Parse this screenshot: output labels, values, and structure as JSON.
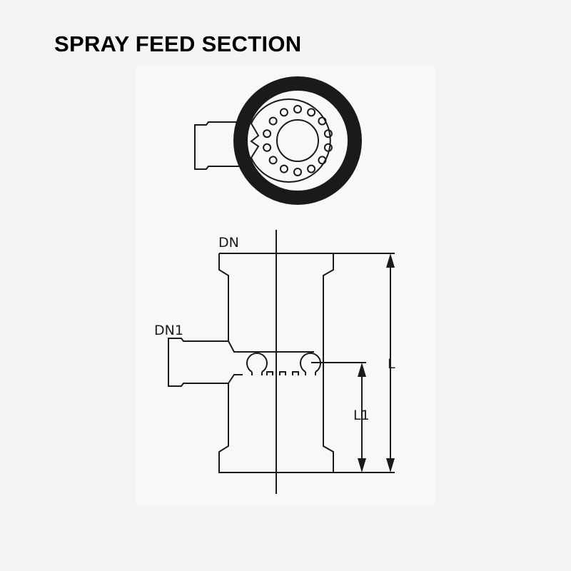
{
  "title": "SPRAY FEED SECTION",
  "labels": {
    "dn": "DN",
    "dn1": "DN1",
    "l": "L",
    "l1": "L1"
  },
  "colors": {
    "line": "#1a1a1a",
    "background": "#f4f4f2",
    "panel": "#f7f7f6"
  }
}
